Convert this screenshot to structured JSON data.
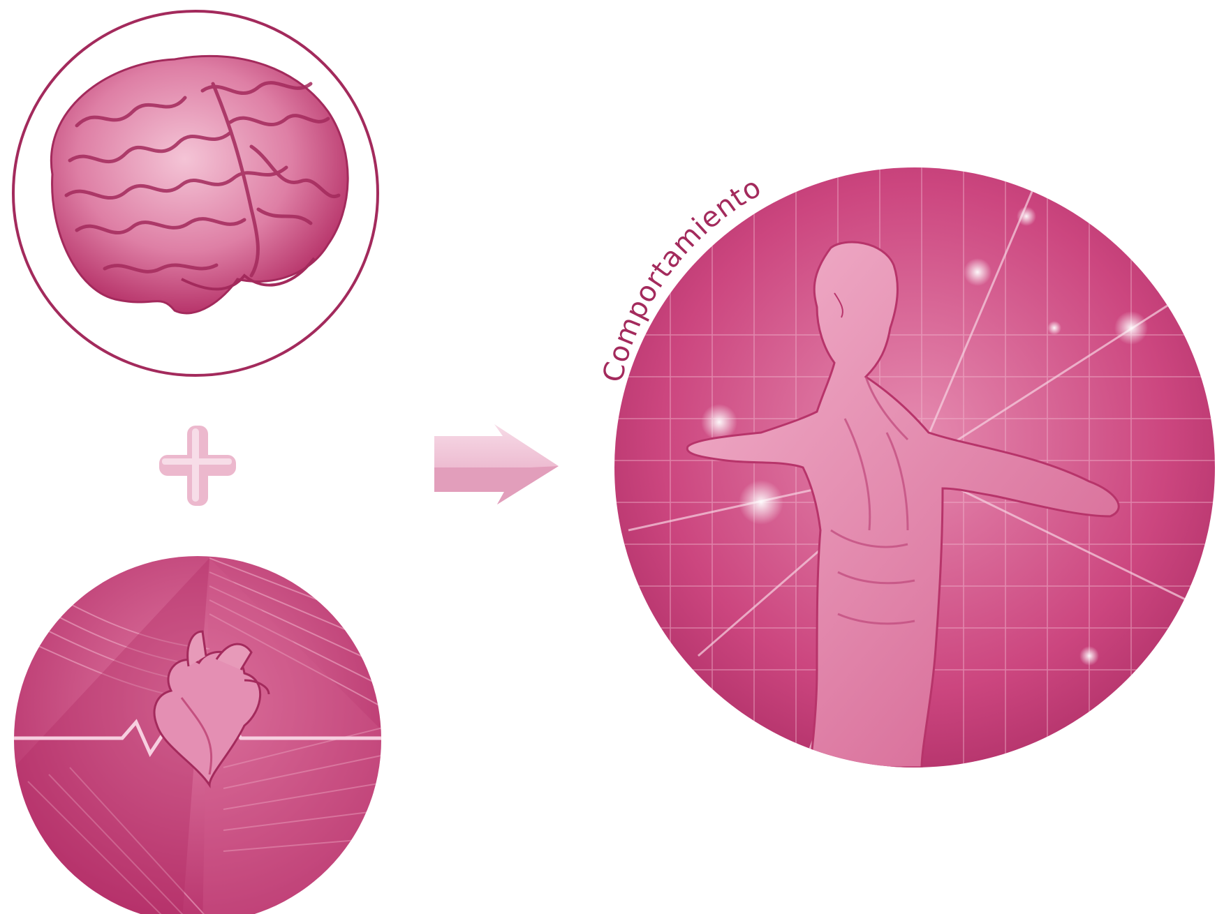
{
  "diagram": {
    "label": "Comportamiento",
    "nodes": [
      {
        "id": "brain",
        "icon": "brain-icon"
      },
      {
        "id": "heart",
        "icon": "heart-icon"
      },
      {
        "id": "body",
        "icon": "human-body-icon"
      }
    ],
    "operators": [
      {
        "icon": "plus-icon"
      },
      {
        "icon": "arrow-right-icon"
      }
    ],
    "colors": {
      "primary": "#c83a72",
      "dark": "#a3275a",
      "light": "#e9a0bf",
      "pale": "#f4d3e0",
      "outline": "#a32a5c"
    }
  }
}
